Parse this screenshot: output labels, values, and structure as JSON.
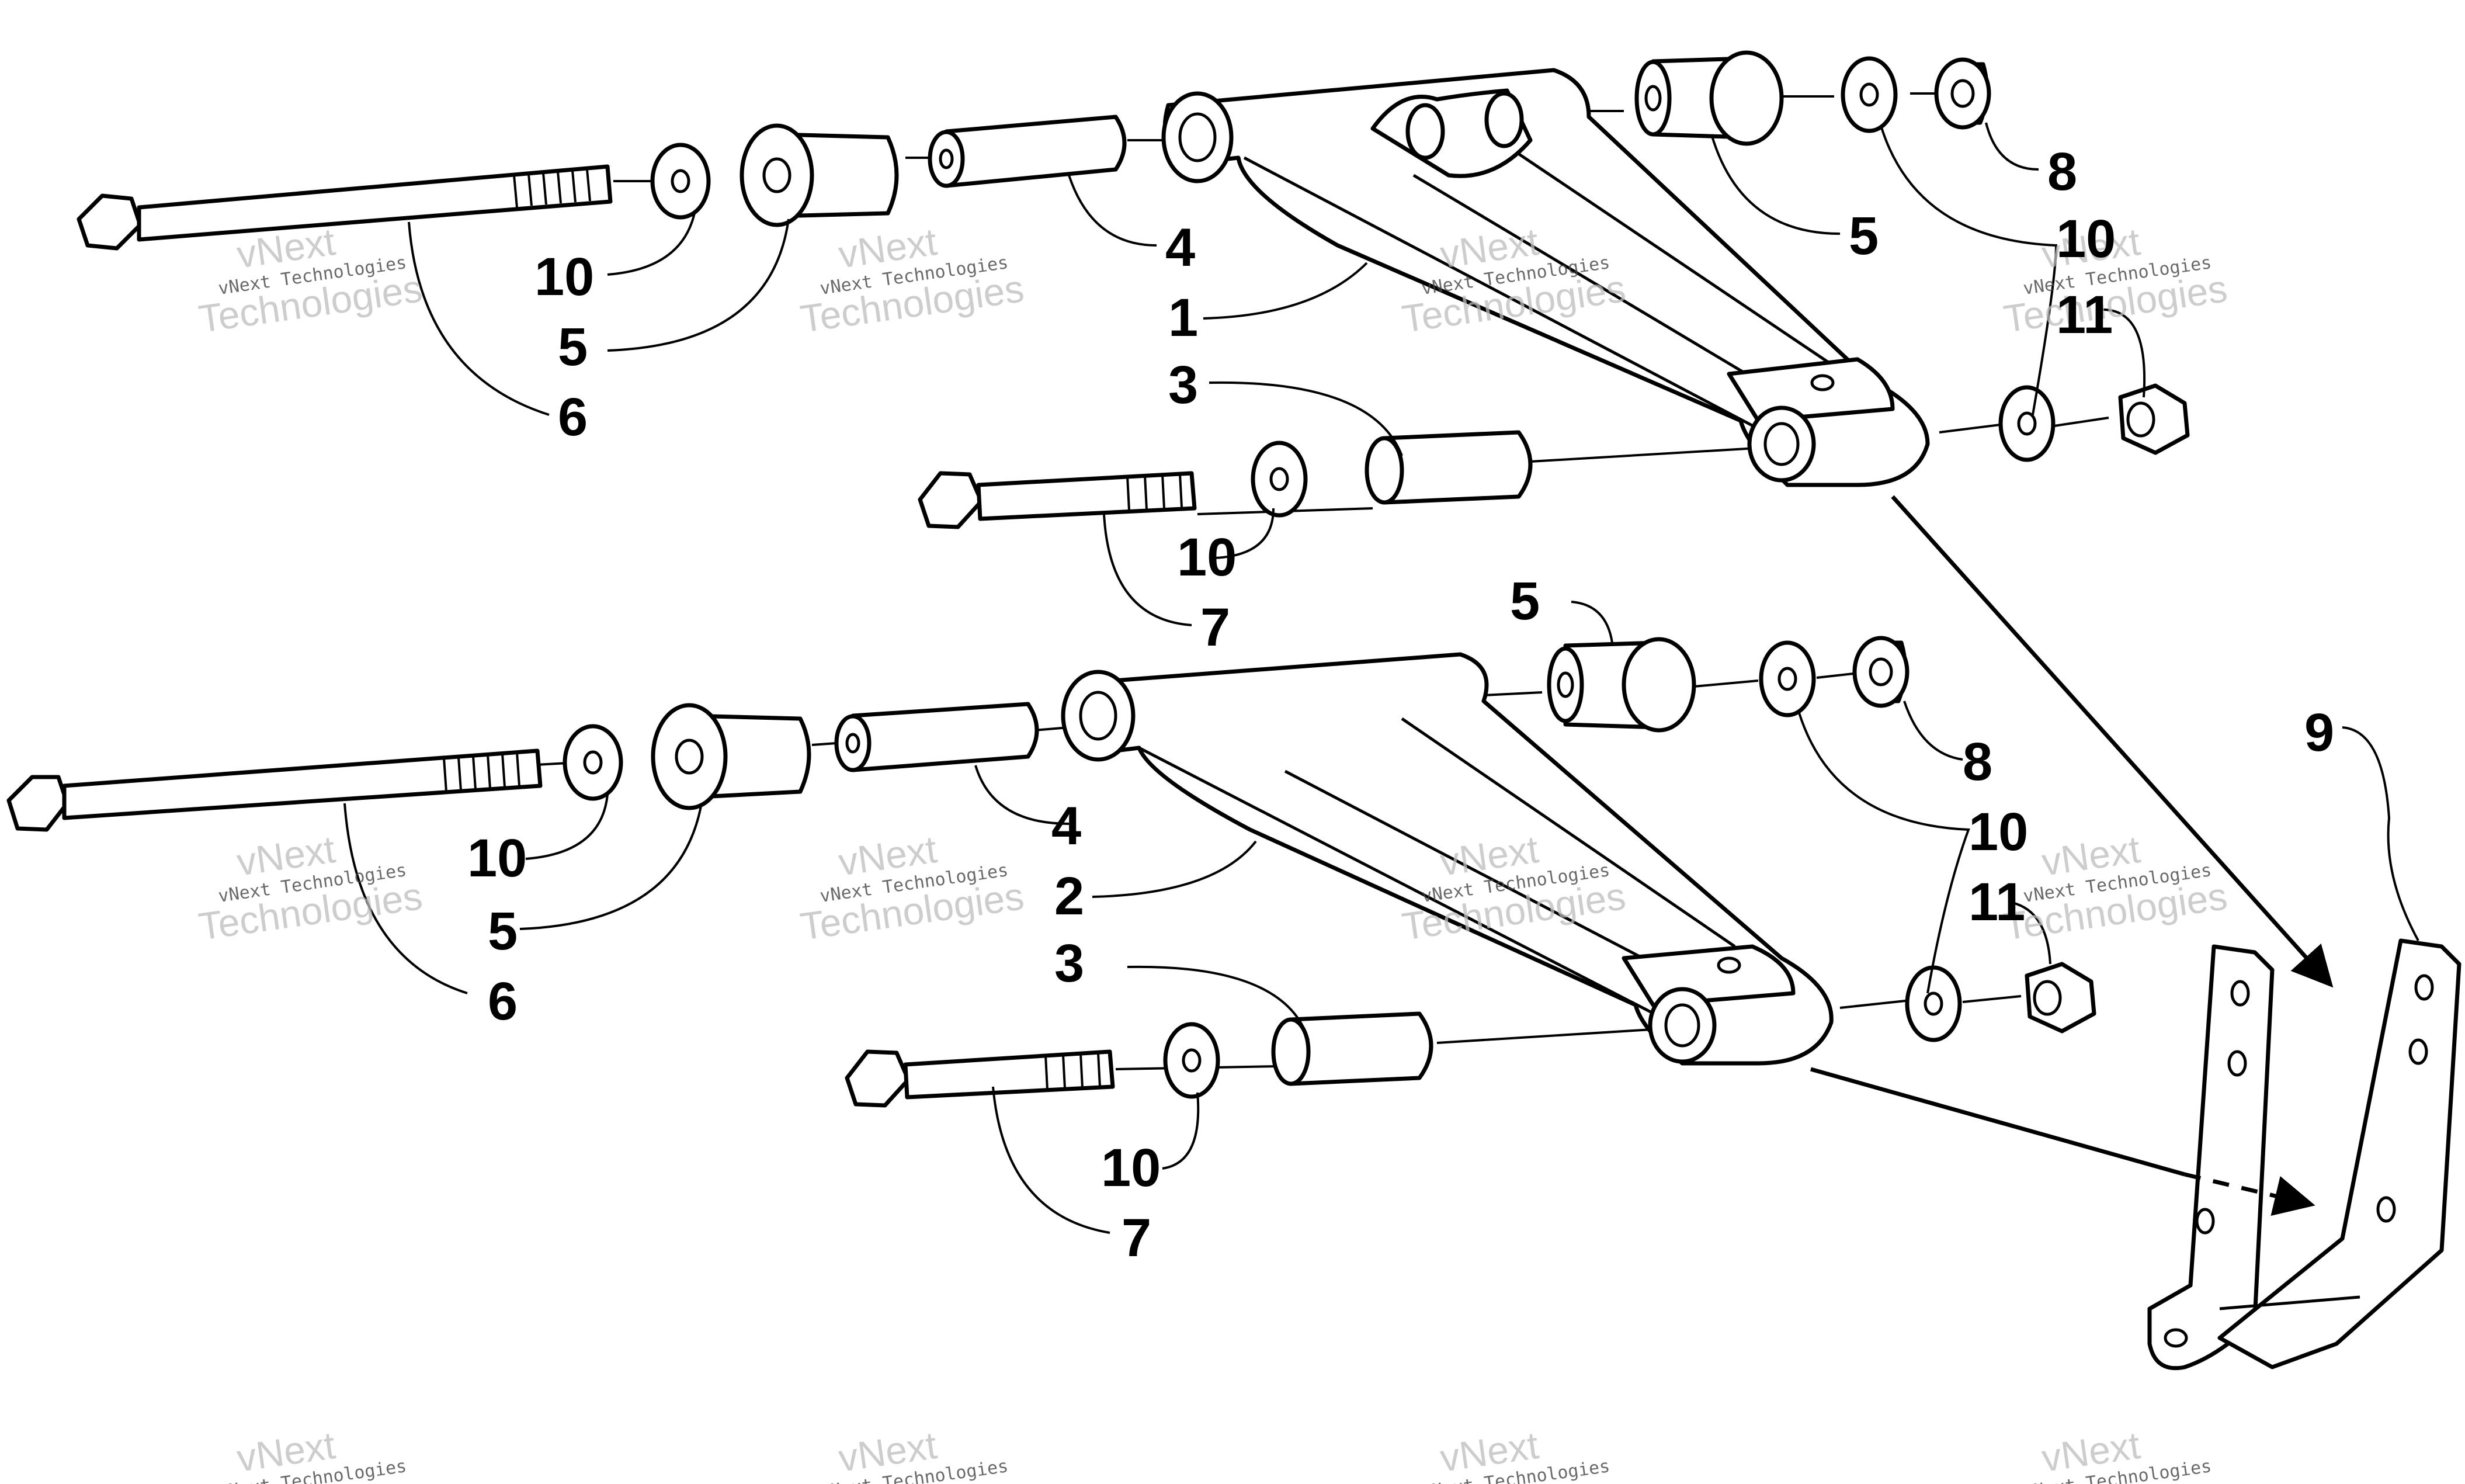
{
  "callouts": {
    "upper_arm": "1",
    "lower_arm": "2",
    "spacer": "3",
    "sleeve": "4",
    "bushing": "5",
    "long_bolt": "6",
    "short_bolt": "7",
    "cap": "8",
    "bracket": "9",
    "washer": "10",
    "nut": "11"
  },
  "watermark": {
    "logo": "vNext",
    "text": "vNext Technologies",
    "text_overlay": "Technologies"
  },
  "colors": {
    "line": "#000000",
    "background": "#ffffff",
    "watermark": "#bdbdbd"
  }
}
